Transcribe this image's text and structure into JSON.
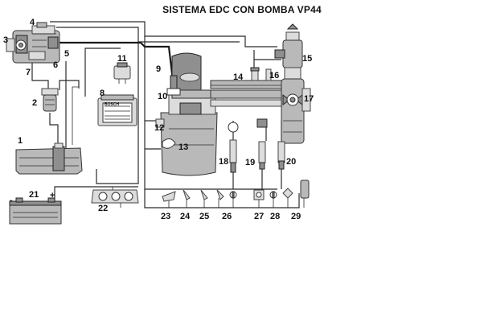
{
  "title": "SISTEMA EDC CON BOMBA VP44",
  "ecu_brand": "BOSCH",
  "battery_signs": {
    "minus": "-",
    "plus": "+"
  },
  "callouts": [
    "1",
    "2",
    "3",
    "4",
    "5",
    "6",
    "7",
    "8",
    "9",
    "10",
    "11",
    "12",
    "13",
    "14",
    "15",
    "16",
    "17",
    "18",
    "19",
    "20",
    "21",
    "22",
    "23",
    "24",
    "25",
    "26",
    "27",
    "28",
    "29"
  ]
}
